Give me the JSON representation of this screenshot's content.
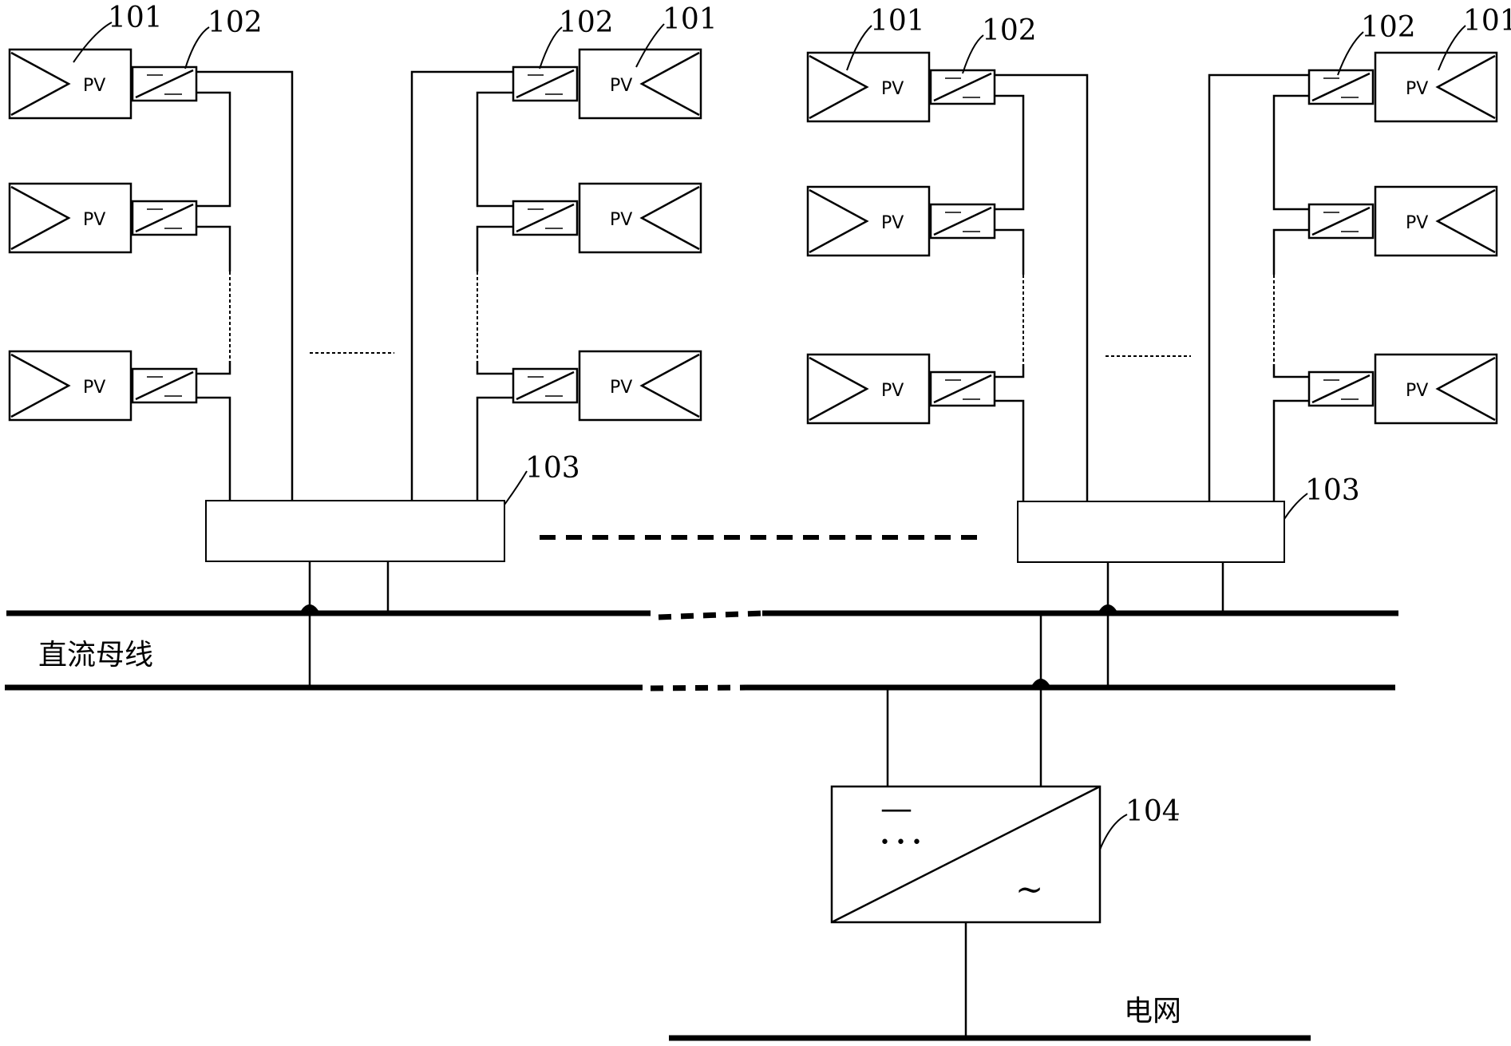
{
  "labels": {
    "pv_module": "101",
    "dc_dc_converter": "102",
    "combiner_box": "103",
    "inverter": "104"
  },
  "pv_text": "PV",
  "dc_bus_label": "直流母线",
  "grid_label": "电网",
  "inverter_symbols": {
    "dc_line": "—",
    "dc_dots": "• • •",
    "ac_wave": "~"
  }
}
